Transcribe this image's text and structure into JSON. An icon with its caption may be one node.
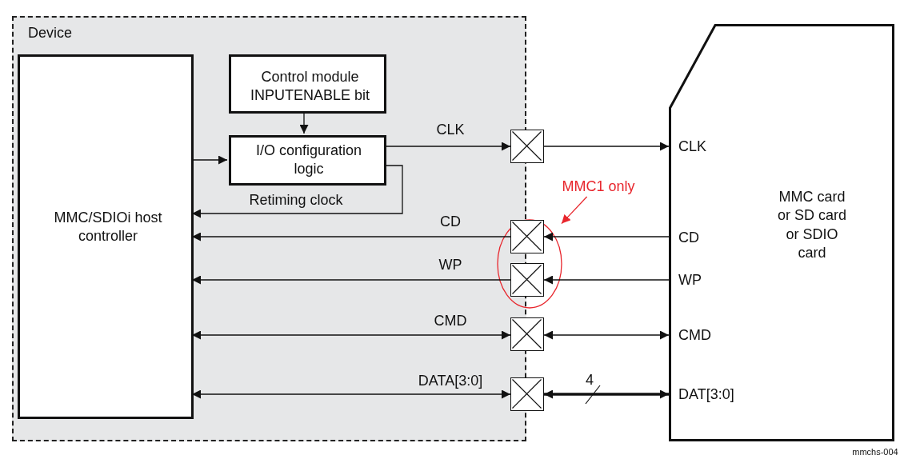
{
  "diagram": {
    "nodes": [
      {
        "text": [
          "Device"
        ]
      },
      {
        "text": [
          "MMC/SDIOi host controller"
        ],
        "in": 0
      },
      {
        "text": [
          "Control module INPUTENABLE bit"
        ],
        "in": 0
      },
      {
        "text": [
          "I/O configuration logic"
        ],
        "in": 0
      },
      {
        "text": [],
        "shape": "box"
      },
      {
        "text": [],
        "shape": "ellipse"
      },
      {
        "text": [],
        "shape": "box",
        "in": 5
      },
      {
        "text": [],
        "shape": "box",
        "in": 5
      },
      {
        "text": [],
        "shape": "box"
      },
      {
        "text": [],
        "shape": "box"
      },
      {
        "text": [
          "MMC card or SD card or SDIO card",
          "CLK",
          "CD",
          "WP",
          "CMD",
          "DAT[3:0]"
        ]
      },
      {
        "text": [
          "MMC1 only"
        ]
      }
    ],
    "edges": [
      {
        "from": 2,
        "to": 3,
        "arrow": "to"
      },
      {
        "from": 1,
        "to": 3,
        "arrow": "to"
      },
      {
        "from": 3,
        "to": 4,
        "arrow": "to",
        "label": "CLK"
      },
      {
        "from": 3,
        "to": 1,
        "arrow": "to",
        "label": "Retiming clock"
      },
      {
        "from": 4,
        "to": 10,
        "arrow": "to"
      },
      {
        "from": 6,
        "to": 1,
        "arrow": "to",
        "label": "CD"
      },
      {
        "from": 10,
        "to": 6,
        "arrow": "to"
      },
      {
        "from": 7,
        "to": 1,
        "arrow": "to",
        "label": "WP"
      },
      {
        "from": 10,
        "to": 7,
        "arrow": "to"
      },
      {
        "from": 8,
        "to": 1,
        "arrow": "both",
        "label": "CMD"
      },
      {
        "from": 8,
        "to": 10,
        "arrow": "both"
      },
      {
        "from": 9,
        "to": 1,
        "arrow": "both",
        "label": "DATA[3:0]"
      },
      {
        "from": 9,
        "to": 10,
        "arrow": "both",
        "label": "4",
        "style": "thick"
      },
      {
        "from": 11,
        "to": 5,
        "arrow": "to",
        "color": "#e8262d"
      }
    ],
    "labels": [
      "mmchs-004"
    ]
  }
}
